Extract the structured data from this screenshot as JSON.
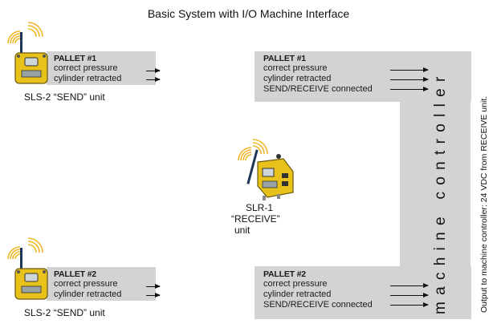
{
  "title": "Basic System with I/O Machine Interface",
  "senders": [
    {
      "pallet": "PALLET #1",
      "signals": [
        "correct pressure",
        "cylinder retracted"
      ],
      "unit_label": "SLS-2 “SEND” unit",
      "icon": "wireless-node-icon"
    },
    {
      "pallet": "PALLET #2",
      "signals": [
        "correct pressure",
        "cylinder retracted"
      ],
      "unit_label": "SLS-2 “SEND” unit",
      "icon": "wireless-node-icon"
    }
  ],
  "receiver": {
    "model": "SLR-1",
    "role": "“RECEIVE”",
    "suffix": "unit",
    "icon": "wireless-gateway-icon"
  },
  "outputs": [
    {
      "pallet": "PALLET #1",
      "signals": [
        "correct pressure",
        "cylinder retracted",
        "SEND/RECEIVE connected"
      ]
    },
    {
      "pallet": "PALLET #2",
      "signals": [
        "correct pressure",
        "cylinder retracted",
        "SEND/RECEIVE connected"
      ]
    }
  ],
  "machine_controller_label": "machine controller",
  "output_note": "Output to machine controller: 24 VDC from RECEIVE unit.",
  "colors": {
    "panel_gray": "#d3d3d3",
    "device_yellow": "#e8c21a",
    "signal_arcs": "#f0b72a",
    "text": "#111111"
  }
}
